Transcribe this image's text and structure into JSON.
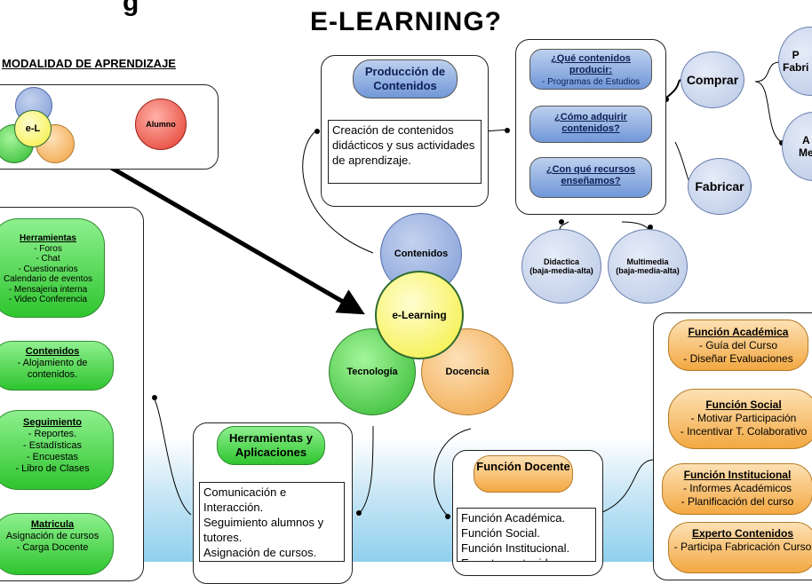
{
  "title": "E-LEARNING?",
  "title_fragment": "g",
  "modalidad": {
    "heading": "MODALIDAD DE APRENDIZAJE",
    "el_label": "e-L",
    "alumno_label": "Alumno"
  },
  "center": {
    "contenidos": "Contenidos",
    "elearning": "e-Learning",
    "tecnologia": "Tecnología",
    "docencia": "Docencia"
  },
  "produccion": {
    "header": "Producción de Contenidos",
    "text": "Creación de contenidos didácticos y sus actividades de aprendizaje."
  },
  "questions": {
    "q1_title": "¿Qué contenidos producir:",
    "q1_sub": "- Programas de Estudios",
    "q2_title": "¿Cómo adquirir contenidos?",
    "q3_title": "¿Con qué recursos enseñamos?"
  },
  "options": {
    "comprar": "Comprar",
    "fabricar": "Fabricar",
    "partial_top": "P\nFabri",
    "partial_mid": "A\nMe",
    "didactica": "Didactica\n(baja-media-alta)",
    "multimedia": "Multimedia\n(baja-media-alta)"
  },
  "left_pills": {
    "herramientas_title": "Herramientas",
    "herramientas_items": "- Foros\n- Chat\n- Cuestionarios\nCalendario de eventos\n- Mensajeria interna\n- Video Conferencia",
    "contenidos_title": "Contenidos",
    "contenidos_items": "- Alojamiento de contenidos.",
    "seguimiento_title": "Seguimiento",
    "seguimiento_items": "- Reportes.\n- Estadísticas\n- Encuestas\n- Libro de Clases",
    "matricula_title": "Matricula",
    "matricula_items": "Asignación de cursos\n- Carga Docente"
  },
  "herramientas_app": {
    "header": "Herramientas y Aplicaciones",
    "text": "Comunicación e Interacción.\nSeguimiento alumnos y tutores.\nAsignación de cursos."
  },
  "funcion_docente": {
    "header": "Función Docente",
    "text": "Función Académica.\nFunción Social.\nFunción Institucional.\nExperto contenidos."
  },
  "right_pills": {
    "academica_title": "Función Académica",
    "academica_items": "- Guía del Curso\n- Diseñar Evaluaciones",
    "social_title": "Función Social",
    "social_items": "- Motivar Participación\n- Incentivar T. Colaborativo",
    "institucional_title": "Función Institucional",
    "institucional_items": "- Informes Académicos\n- Planificación del curso",
    "experto_title": "Experto Contenidos",
    "experto_items": "- Participa Fabricación Curso"
  }
}
